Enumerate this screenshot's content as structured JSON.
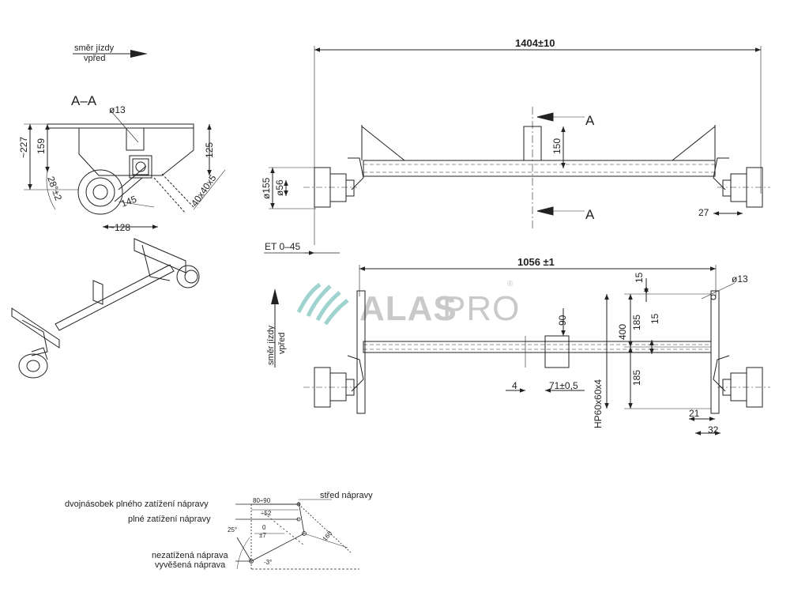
{
  "colors": {
    "line": "#222222",
    "watermark": "#c9c9c9",
    "watermark_accent": "#9fd3cf"
  },
  "direction": {
    "line1": "směr jízdy",
    "line2": "vpřed"
  },
  "section": {
    "title": "A–A",
    "d13": "ø13",
    "d227": "~227",
    "d159": "159",
    "d125": "125",
    "angle": "28°±2",
    "d145": "145",
    "d128": "~128",
    "profile": "40x40x5"
  },
  "top_view": {
    "total_width": "1404±10",
    "d155": "ø155",
    "d56": "ø56",
    "d150": "150",
    "d27": "27",
    "et": "ET 0–45",
    "section_mark": "A"
  },
  "bottom_view": {
    "width": "1056 ±1",
    "d15a": "15",
    "d13": "ø13",
    "d90": "90",
    "d185a": "185",
    "d400": "400",
    "d15b": "15",
    "d185b": "185",
    "d4": "4",
    "d71": "71±0,5",
    "profile": "HP60x60x4",
    "d21": "21",
    "d32": "32"
  },
  "watermark": {
    "brand_bold": "ALAS",
    "brand_light": "PRO",
    "reg": "®"
  },
  "load_diagram": {
    "double_load": "dvojnásobek plného zatížení nápravy",
    "full_load": "plné zatížení nápravy",
    "unloaded": "nezatížená náprava",
    "suspended": "vyvěšená náprava",
    "axle_center": "střed nápravy",
    "v8090": "80÷90",
    "v52": "÷52",
    "v0": "0",
    "v7": "±7",
    "a25": "25°",
    "a3": "-3°",
    "v160": "160"
  }
}
